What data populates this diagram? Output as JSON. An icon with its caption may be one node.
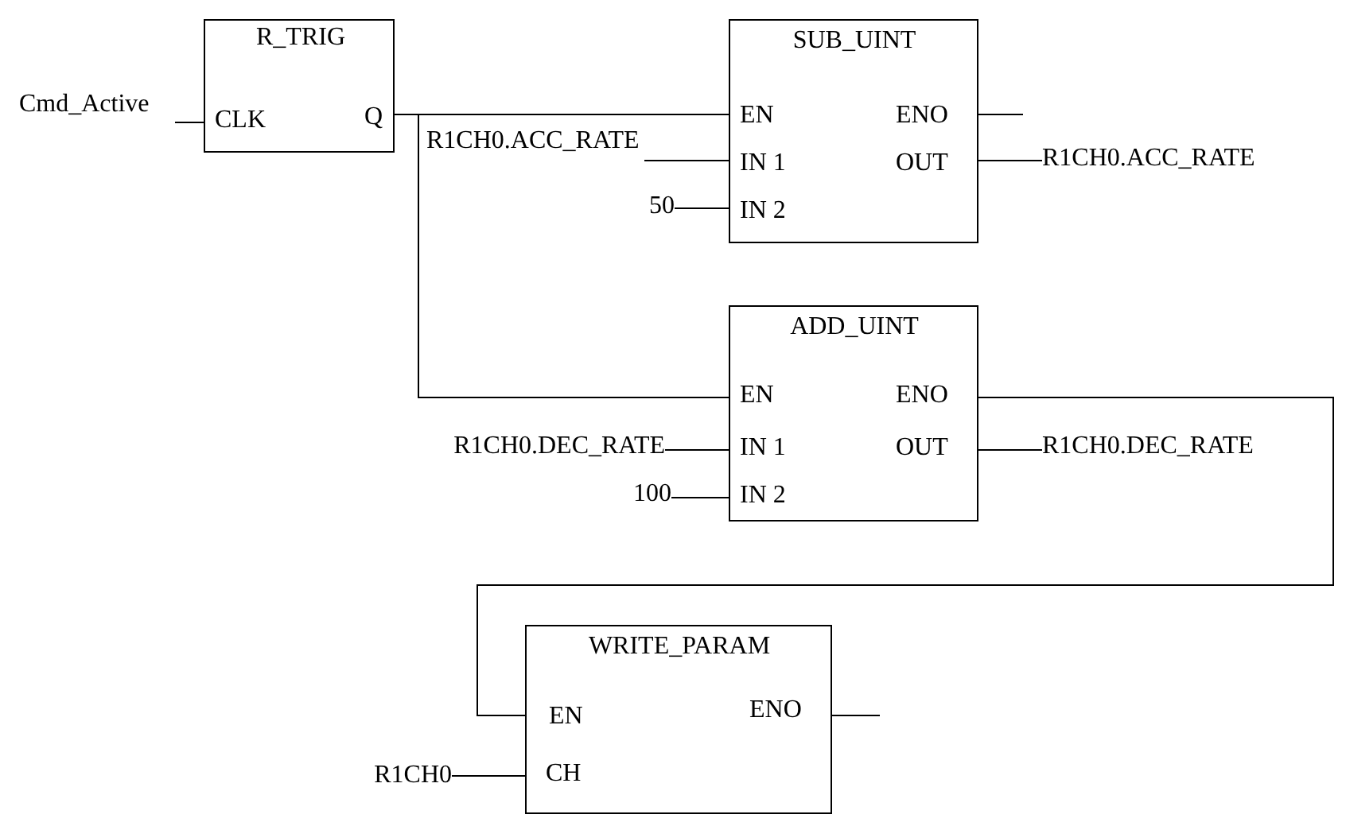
{
  "diagram": {
    "nodes": [
      {
        "text": [
          "R_TRIG",
          "CLK",
          "Q"
        ]
      },
      {
        "text": [
          "Cmd_Active"
        ]
      },
      {
        "text": [
          "SUB_UINT",
          "EN",
          "IN 1",
          "IN 2",
          "ENO",
          "OUT"
        ]
      },
      {
        "text": [
          "R1CH0.ACC_RATE"
        ]
      },
      {
        "text": [
          "50"
        ]
      },
      {
        "text": [
          "R1CH0.ACC_RATE"
        ]
      },
      {
        "text": [
          "ADD_UINT",
          "EN",
          "IN 1",
          "IN 2",
          "ENO",
          "OUT"
        ]
      },
      {
        "text": [
          "R1CH0.DEC_RATE"
        ]
      },
      {
        "text": [
          "100"
        ]
      },
      {
        "text": [
          "R1CH0.DEC_RATE"
        ]
      },
      {
        "text": [
          "WRITE_PARAM",
          "EN",
          "CH",
          "ENO"
        ]
      },
      {
        "text": [
          "R1CH0"
        ]
      }
    ],
    "edges": [
      {
        "from": 1,
        "to": 0,
        "arrow": "none"
      },
      {
        "from": 0,
        "to": 2,
        "arrow": "none"
      },
      {
        "from": 0,
        "to": 6,
        "arrow": "none"
      },
      {
        "from": 3,
        "to": 2,
        "arrow": "none"
      },
      {
        "from": 4,
        "to": 2,
        "arrow": "none"
      },
      {
        "from": 2,
        "to": 5,
        "arrow": "none"
      },
      {
        "from": 2,
        "to": null,
        "arrow": "none"
      },
      {
        "from": 6,
        "to": 10,
        "arrow": "none"
      },
      {
        "from": 7,
        "to": 6,
        "arrow": "none"
      },
      {
        "from": 8,
        "to": 6,
        "arrow": "none"
      },
      {
        "from": 6,
        "to": 9,
        "arrow": "none"
      },
      {
        "from": 10,
        "to": null,
        "arrow": "none"
      },
      {
        "from": 11,
        "to": 10,
        "arrow": "none"
      }
    ]
  }
}
